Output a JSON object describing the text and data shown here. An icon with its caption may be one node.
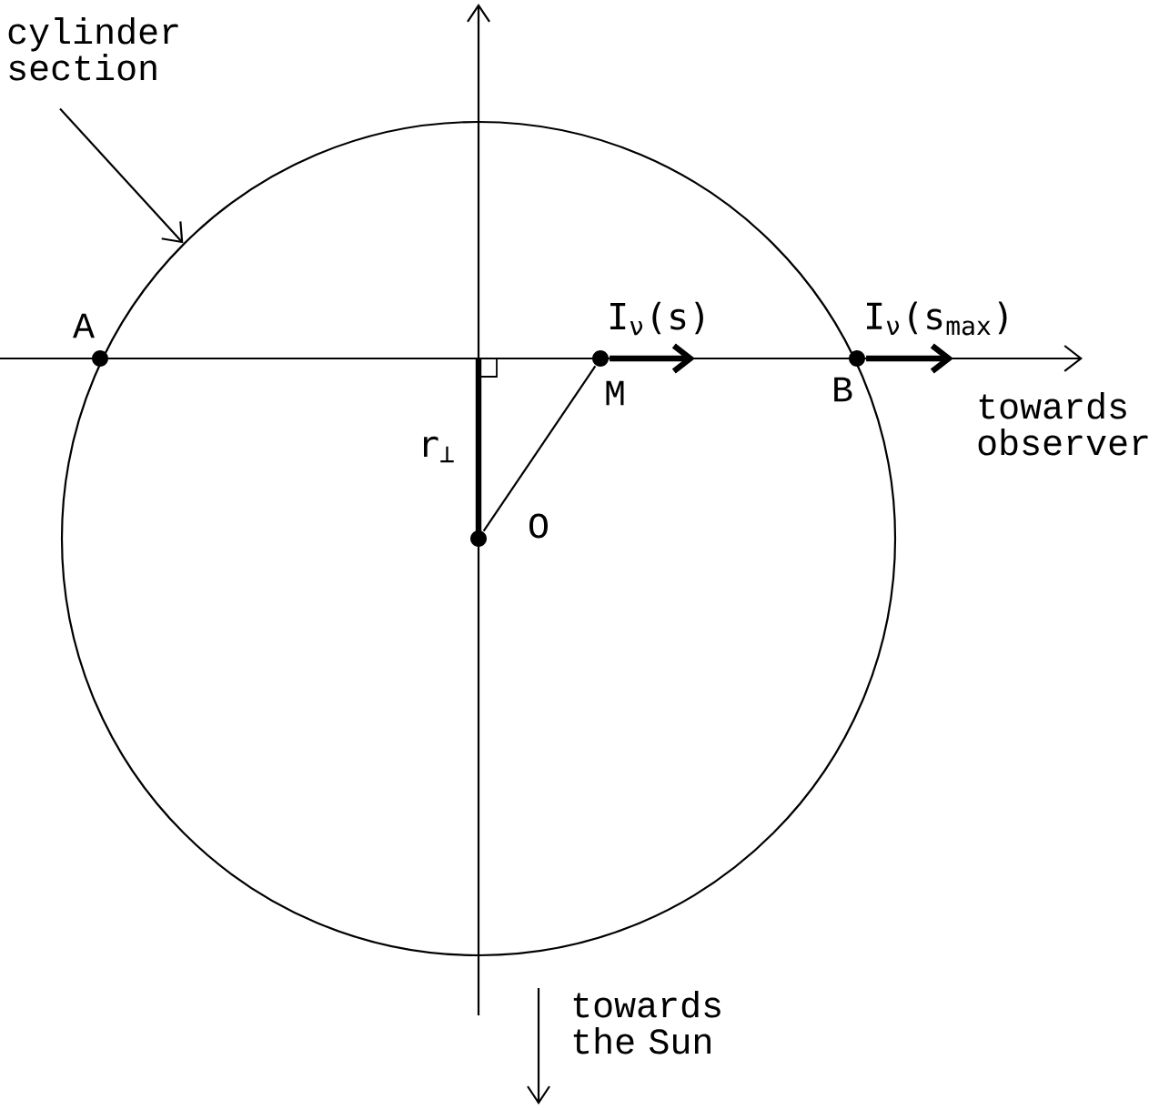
{
  "diagram": {
    "nodes": [
      {
        "text": [
          "cylinder section"
        ]
      },
      {
        "text": [],
        "shape": "circle"
      },
      {
        "text": [
          "A"
        ]
      },
      {
        "text": [
          "M"
        ],
        "in": 1
      },
      {
        "text": [
          "B"
        ]
      },
      {
        "text": [
          "O"
        ],
        "in": 1
      }
    ],
    "edges": [
      {
        "from": 0,
        "to": 1,
        "arrow": "to"
      },
      {
        "from": 5,
        "to": 3,
        "arrow": "none"
      },
      {
        "from": 3,
        "to": null,
        "arrow": "to",
        "label": "I$_{ν}$(s)",
        "style": "thick"
      },
      {
        "from": 4,
        "to": null,
        "arrow": "to",
        "label": "I$_{ν}$(s$_{max}$)",
        "style": "thick"
      }
    ],
    "labels": [
      "r$_{⊥}$",
      "towards observer",
      "towards the Sun"
    ]
  }
}
